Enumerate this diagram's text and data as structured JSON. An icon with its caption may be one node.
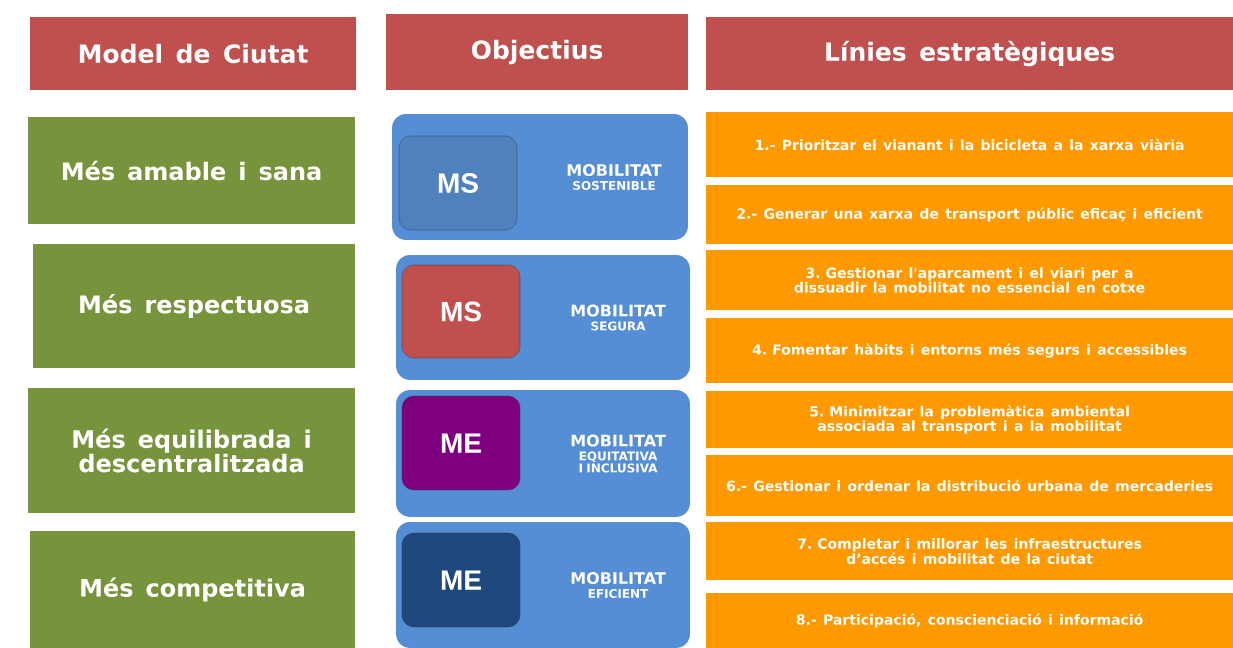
{
  "diagram": {
    "nodes": [
      {
        "text": [
          "Model de Ciutat"
        ]
      },
      {
        "text": [
          "Objectius"
        ]
      },
      {
        "text": [
          "Línies estratègiques"
        ]
      },
      {
        "text": [
          "Més amable i sana"
        ]
      },
      {
        "text": [
          "Més respectuosa"
        ]
      },
      {
        "text": [
          "Més equilibrada i descentralitzada"
        ]
      },
      {
        "text": [
          "Més competitiva"
        ]
      },
      {
        "text": [
          "MOBILITAT",
          "SOSTENIBLE"
        ]
      },
      {
        "text": [
          "MS"
        ],
        "in": 7
      },
      {
        "text": [
          "MOBILITAT",
          "SEGURA"
        ]
      },
      {
        "text": [
          "MS"
        ],
        "in": 9
      },
      {
        "text": [
          "MOBILITAT",
          "EQUITATIVA I INCLUSIVA"
        ]
      },
      {
        "text": [
          "ME"
        ],
        "in": 11
      },
      {
        "text": [
          "MOBILITAT",
          "EFICIENT"
        ]
      },
      {
        "text": [
          "ME"
        ],
        "in": 13
      },
      {
        "text": [
          "1.- Prioritzar el vianant i la bicicleta a la xarxa viària"
        ]
      },
      {
        "text": [
          "2.- Generar una xarxa de transport públic eficaç i eficient"
        ]
      },
      {
        "text": [
          "3. Gestionar l'aparcament i el viari per a dissuadir la mobilitat no essencial en cotxe"
        ]
      },
      {
        "text": [
          "4. Fomentar hàbits i entorns més segurs i accessibles"
        ]
      },
      {
        "text": [
          "5. Minimitzar la problemàtica ambiental associada al transport i a la mobilitat"
        ]
      },
      {
        "text": [
          "6.- Gestionar i ordenar la distribució urbana de mercaderies"
        ]
      },
      {
        "text": [
          "7. Completar i millorar les infraestructures d’accés i mobilitat de la ciutat"
        ]
      },
      {
        "text": [
          "8.- Participació, conscienciació i informació"
        ]
      }
    ]
  }
}
